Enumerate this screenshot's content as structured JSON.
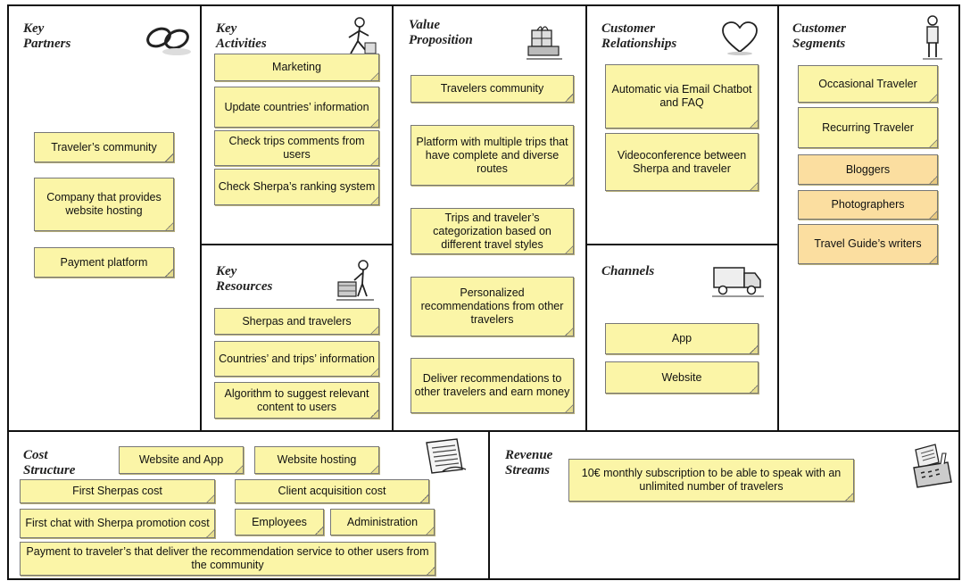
{
  "sections": {
    "key_partners": {
      "title": [
        "Key",
        "Partners"
      ],
      "icon": "chain-links-icon",
      "notes": [
        "Traveler’s community",
        "Company that provides website hosting",
        "Payment platform"
      ]
    },
    "key_activities": {
      "title": [
        "Key",
        "Activities"
      ],
      "icon": "person-working-icon",
      "notes": [
        "Marketing",
        "Update countries’ information",
        "Check trips comments from users",
        "Check Sherpa’s ranking system"
      ]
    },
    "key_resources": {
      "title": [
        "Key",
        "Resources"
      ],
      "icon": "worker-with-crate-icon",
      "notes": [
        "Sherpas and travelers",
        "Countries’ and trips’ information",
        "Algorithm to suggest relevant content to users"
      ]
    },
    "value_proposition": {
      "title": [
        "Value",
        "Proposition"
      ],
      "icon": "gift-boxes-icon",
      "notes": [
        "Travelers community",
        "Platform with multiple trips that have complete and diverse routes",
        "Trips and traveler’s categorization based on different travel styles",
        "Personalized recommendations from other travelers",
        "Deliver recommendations to other travelers and earn money"
      ]
    },
    "customer_relationships": {
      "title": [
        "Customer",
        "Relationships"
      ],
      "icon": "heart-icon",
      "notes": [
        "Automatic via Email Chatbot and FAQ",
        "Videoconference between Sherpa and traveler"
      ]
    },
    "channels": {
      "title": [
        "Channels"
      ],
      "icon": "delivery-truck-icon",
      "notes": [
        "App",
        "Website"
      ]
    },
    "customer_segments": {
      "title": [
        "Customer",
        "Segments"
      ],
      "icon": "person-standing-icon",
      "notes": [
        "Occasional Traveler",
        "Recurring Traveler",
        "Bloggers",
        "Photographers",
        "Travel Guide’s writers"
      ]
    },
    "cost_structure": {
      "title": [
        "Cost",
        "Structure"
      ],
      "icon": "invoice-document-icon",
      "notes": [
        "Website and App",
        "Website hosting",
        "First Sherpas cost",
        "Client acquisition cost",
        "First chat with Sherpa promotion cost",
        "Employees",
        "Administration",
        "Payment to traveler’s that deliver the recommendation service to other users from the community"
      ]
    },
    "revenue_streams": {
      "title": [
        "Revenue",
        "Streams"
      ],
      "icon": "cash-register-icon",
      "notes": [
        "10€ monthly subscription to be able to speak with an unlimited number of travelers"
      ]
    }
  },
  "colors": {
    "note": "#fbf5a7",
    "note_highlight": "#fbdea0",
    "grid_line": "#111111"
  }
}
